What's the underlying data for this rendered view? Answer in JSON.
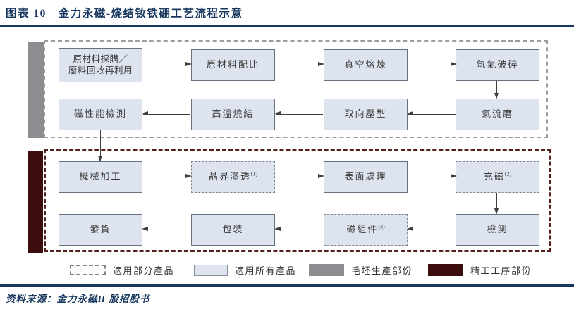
{
  "header": {
    "title": "图表 10　金力永磁-烧结钕铁硼工艺流程示意"
  },
  "footer": {
    "source": "资料来源：金力永磁H 股招股书"
  },
  "colors": {
    "navy_accent": "#17375e",
    "box_fill": "#dde4ef",
    "box_border": "#68717e",
    "blank_group_border": "#9c9ca0",
    "finish_group_border": "#54201d",
    "gray_bar": "#8b8d90",
    "maroon_bar": "#3b0d0c"
  },
  "flow": {
    "nodes": {
      "r1c1": {
        "line1": "原材料採購／",
        "line2": "廢料回收再利用"
      },
      "r1c2": {
        "label": "原材料配比"
      },
      "r1c3": {
        "label": "真空熔煉"
      },
      "r1c4": {
        "label": "氫氣破碎"
      },
      "r2c1": {
        "label": "磁性能檢測"
      },
      "r2c2": {
        "label": "高溫燒結"
      },
      "r2c3": {
        "label": "取向壓型"
      },
      "r2c4": {
        "label": "氣流磨"
      },
      "r3c1": {
        "label": "機械加工"
      },
      "r3c2": {
        "label": "晶界滲透",
        "sup": "(1)"
      },
      "r3c3": {
        "label": "表面處理"
      },
      "r3c4": {
        "label": "充磁",
        "sup": "(2)"
      },
      "r4c1": {
        "label": "發貨"
      },
      "r4c2": {
        "label": "包裝"
      },
      "r4c3": {
        "label": "磁組件",
        "sup": "(3)"
      },
      "r4c4": {
        "label": "檢測"
      }
    }
  },
  "legend": {
    "items": [
      {
        "label": "適用部分產品",
        "swatch": "dashed-box"
      },
      {
        "label": "適用所有產品",
        "swatch": "solid-box"
      },
      {
        "label": "毛坯生產部份",
        "swatch": "gray-fill"
      },
      {
        "label": "精工工序部份",
        "swatch": "maroon-fill"
      }
    ]
  }
}
